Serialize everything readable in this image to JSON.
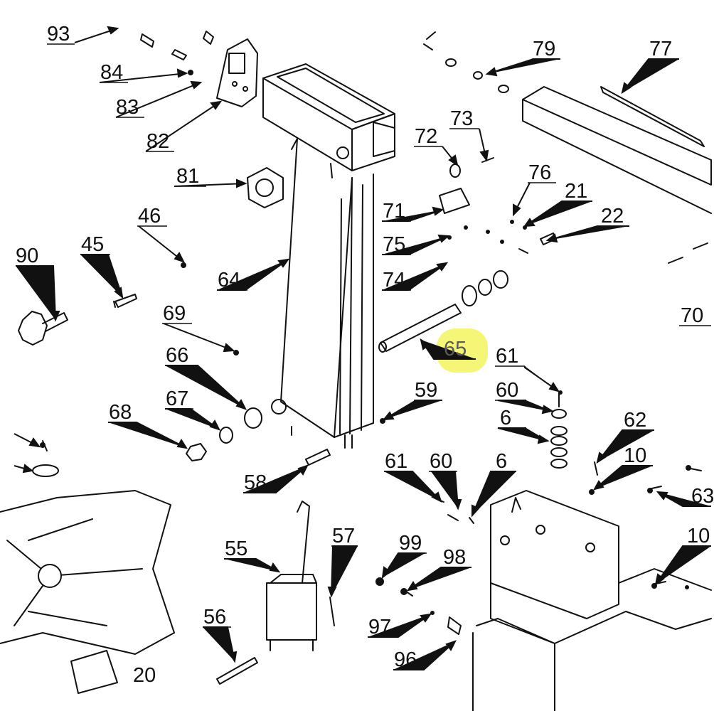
{
  "diagram": {
    "highlight_color": "#f4f45e",
    "labels": {
      "p93": "93",
      "p84": "84",
      "p83": "83",
      "p82": "82",
      "p81": "81",
      "p46": "46",
      "p90": "90",
      "p45": "45",
      "p64": "64",
      "p69": "69",
      "p66": "66",
      "p67": "67",
      "p68": "68",
      "p79": "79",
      "p77": "77",
      "p73": "73",
      "p72": "72",
      "p76": "76",
      "p21": "21",
      "p22": "22",
      "p71": "71",
      "p75": "75",
      "p74": "74",
      "p70": "70",
      "p65": "65",
      "p61a": "61",
      "p60a": "60",
      "p6a": "6",
      "p59": "59",
      "p62": "62",
      "p10a": "10",
      "p63": "63",
      "p10b": "10",
      "p58": "58",
      "p61b": "61",
      "p60b": "60",
      "p6b": "6",
      "p55": "55",
      "p57": "57",
      "p99": "99",
      "p98": "98",
      "p97": "97",
      "p96": "96",
      "p56": "56",
      "p20": "20"
    }
  }
}
